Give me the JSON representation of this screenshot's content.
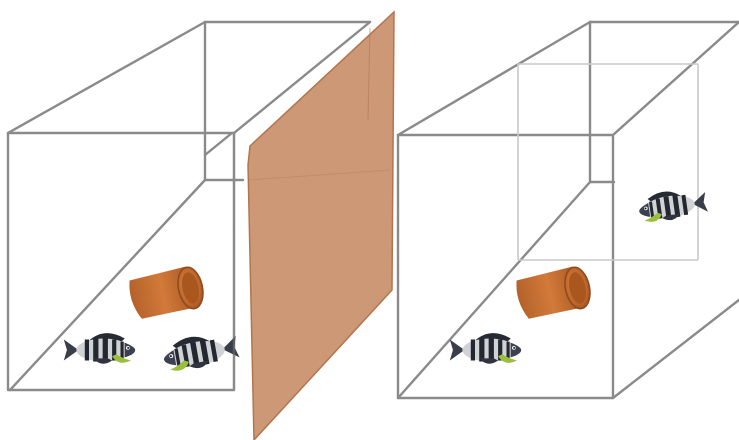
{
  "colors": {
    "tank_edge": "#8a8a8a",
    "tank_edge_faint": "#c9c9c9",
    "opaque_barrier": "#c98f69",
    "barrier_edge": "#b3754f",
    "flowerpot_shelter": "#c1682c",
    "fish_dark": "#2a2e3a",
    "fish_light": "#cfd3d6",
    "fish_fin": "#9bbf3c"
  },
  "panels": [
    {
      "id": "left",
      "objects": [
        "aquarium-tank",
        "opaque-barrier",
        "flowerpot-shelter",
        "fish",
        "fish"
      ]
    },
    {
      "id": "right",
      "objects": [
        "aquarium-tank",
        "transparent-divider",
        "flowerpot-shelter",
        "fish",
        "fish"
      ]
    }
  ]
}
